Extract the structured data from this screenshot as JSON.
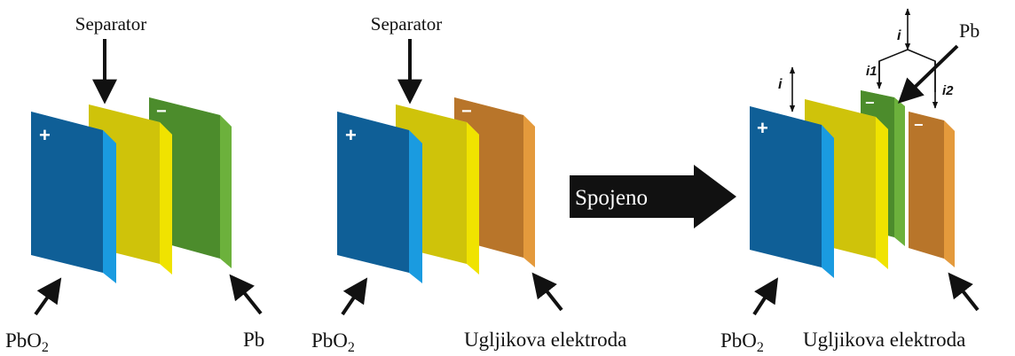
{
  "panels": {
    "left": {
      "separator_label": "Separator",
      "positive_label": "PbO",
      "positive_sub": "2",
      "negative_label": "Pb",
      "positive_sign": "+",
      "negative_sign": "−"
    },
    "middle": {
      "separator_label": "Separator",
      "positive_label": "PbO",
      "positive_sub": "2",
      "negative_label": "Ugljikova elektroda",
      "positive_sign": "+",
      "negative_sign": "−"
    },
    "right": {
      "pb_label": "Pb",
      "positive_label": "PbO",
      "positive_sub": "2",
      "negative_label": "Ugljikova elektroda",
      "current_total": "i",
      "current_total_left": "i",
      "current_1": "i1",
      "current_2": "i2",
      "positive_sign": "+",
      "green_sign": "−",
      "orange_sign": "−"
    }
  },
  "connector": {
    "label": "Spojeno"
  },
  "colors": {
    "blue": "#0f5f97",
    "yellow": "#cfc30a",
    "green": "#4c8c2c",
    "orange": "#b8752a",
    "arrow": "#111111"
  }
}
